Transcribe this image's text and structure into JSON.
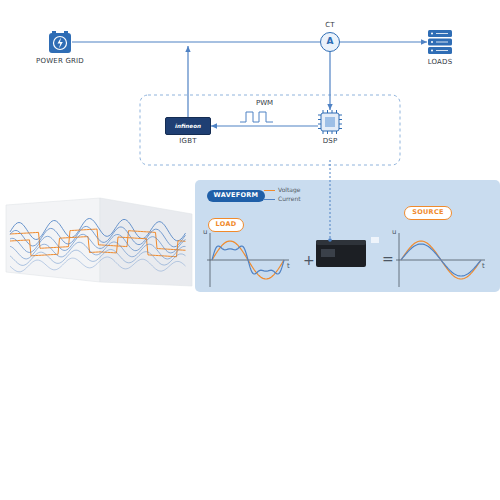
{
  "diagram": {
    "nodes": [
      {
        "text": [
          "POWER GRID"
        ]
      },
      {
        "text": [
          "CT",
          "A"
        ]
      },
      {
        "text": [
          "LOADS"
        ]
      },
      {
        "text": [
          "infineon",
          "IGBT"
        ]
      },
      {
        "text": [
          "DSP"
        ]
      },
      {
        "text": [
          "WAVEFORM"
        ]
      },
      {
        "text": [
          "LOAD"
        ]
      },
      {
        "text": [
          "SOURCE"
        ]
      }
    ],
    "edges": [
      {
        "from": 0,
        "to": 1,
        "arrow": "none"
      },
      {
        "from": 1,
        "to": 2,
        "arrow": "to"
      },
      {
        "from": 1,
        "to": 4,
        "arrow": "to"
      },
      {
        "from": 4,
        "to": 3,
        "label": "PWM",
        "arrow": "to"
      }
    ],
    "labels": [
      "u",
      "t",
      "+",
      "u",
      "t",
      "="
    ],
    "legend": [
      {
        "text": "Voltage"
      },
      {
        "text": "Current"
      }
    ]
  }
}
